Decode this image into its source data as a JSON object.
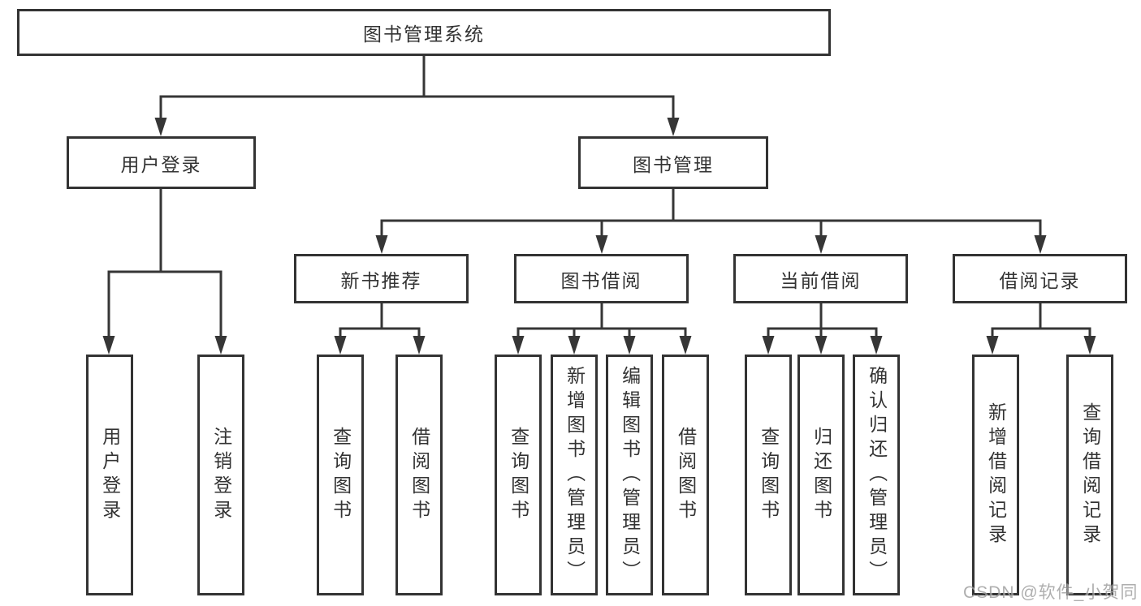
{
  "diagram": {
    "root": {
      "label": "图书管理系统"
    },
    "branches": [
      {
        "label": "用户登录",
        "children": [
          {
            "label": "用户登录"
          },
          {
            "label": "注销登录"
          }
        ]
      },
      {
        "label": "图书管理",
        "groups": [
          {
            "label": "新书推荐",
            "children": [
              {
                "label": "查询图书"
              },
              {
                "label": "借阅图书"
              }
            ]
          },
          {
            "label": "图书借阅",
            "children": [
              {
                "label": "查询图书"
              },
              {
                "label": "新增图书（管理员）"
              },
              {
                "label": "编辑图书（管理员）"
              },
              {
                "label": "借阅图书"
              }
            ]
          },
          {
            "label": "当前借阅",
            "children": [
              {
                "label": "查询图书"
              },
              {
                "label": "归还图书"
              },
              {
                "label": "确认归还（管理员）"
              }
            ]
          },
          {
            "label": "借阅记录",
            "children": [
              {
                "label": "新增借阅记录"
              },
              {
                "label": "查询借阅记录"
              }
            ]
          }
        ]
      }
    ],
    "line_color": "#363636",
    "watermark": "CSDN @软件_小贺同学"
  }
}
